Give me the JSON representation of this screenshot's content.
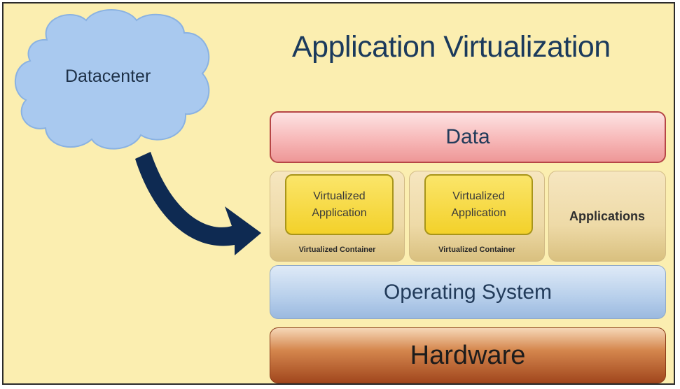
{
  "title": "Application Virtualization",
  "cloud": {
    "label": "Datacenter"
  },
  "layers": {
    "data": "Data",
    "operating_system": "Operating System",
    "hardware": "Hardware"
  },
  "containers": [
    {
      "app_line1": "Virtualized",
      "app_line2": "Application",
      "label": "Virtualized Container"
    },
    {
      "app_line1": "Virtualized",
      "app_line2": "Application",
      "label": "Virtualized Container"
    }
  ],
  "applications": "Applications",
  "colors": {
    "background": "#fbeeb0",
    "title": "#1b3a5c",
    "cloud": "#a9c9ef",
    "arrow": "#0e2a52",
    "data_layer": "#f7b8b8",
    "os_layer": "#b7cfeb",
    "hardware_layer": "#a1471d",
    "virtual_app": "#f3d12a"
  }
}
